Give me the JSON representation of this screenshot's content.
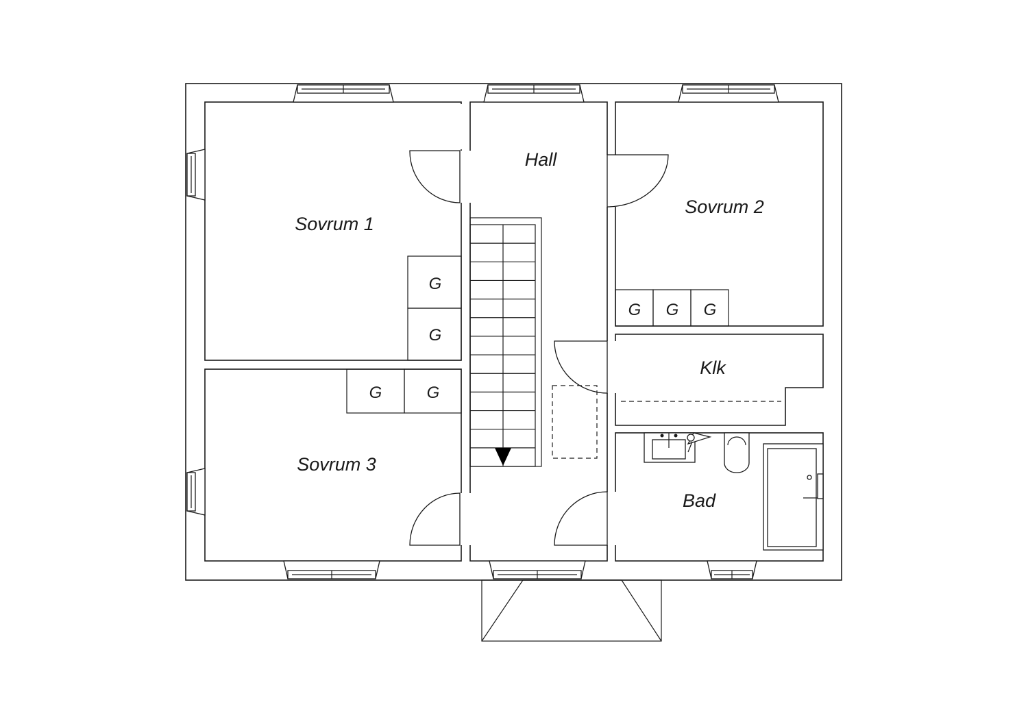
{
  "rooms": {
    "hall": "Hall",
    "sovrum1": "Sovrum 1",
    "sovrum2": "Sovrum 2",
    "sovrum3": "Sovrum 3",
    "klk": "Klk",
    "bad": "Bad"
  },
  "wardrobe_label": "G"
}
